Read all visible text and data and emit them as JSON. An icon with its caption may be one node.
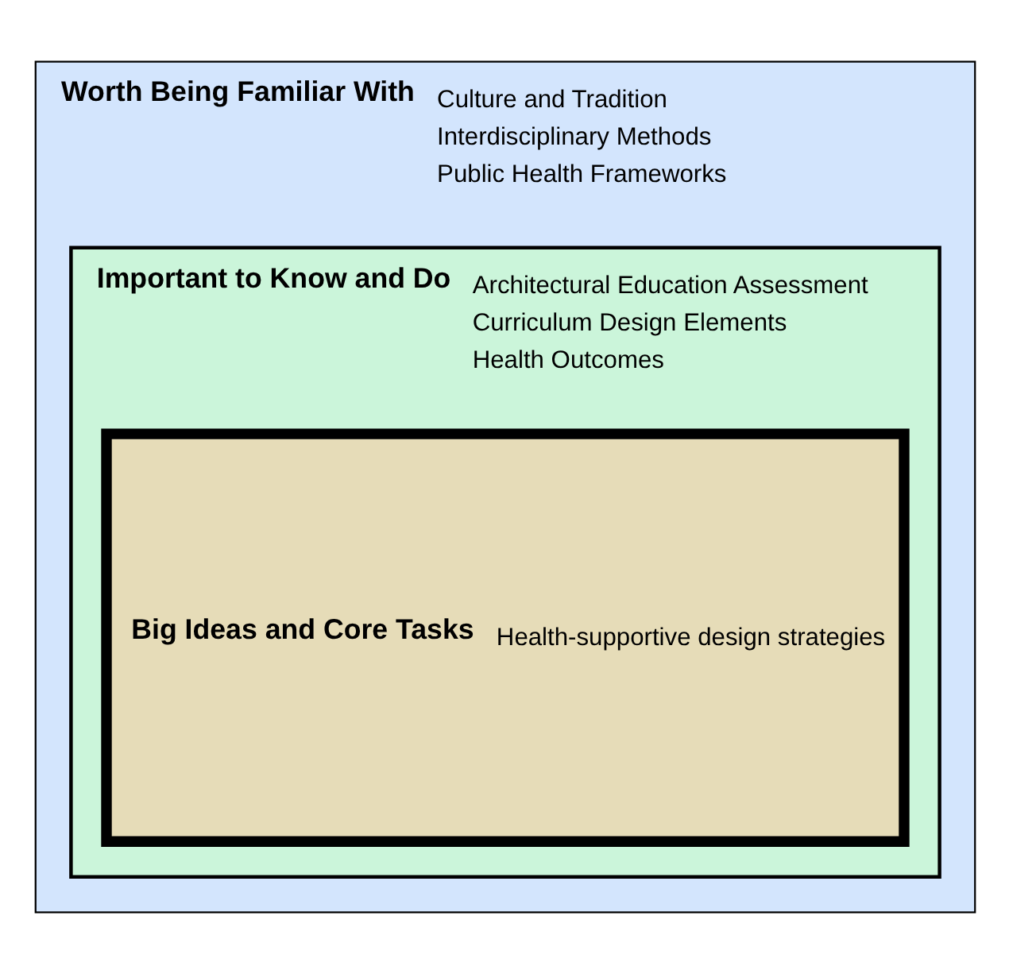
{
  "diagram": {
    "nodes": [
      {
        "text": [
          "Worth Being Familiar With",
          "Culture and Tradition",
          "Interdisciplinary Methods",
          "Public Health Frameworks"
        ]
      },
      {
        "text": [
          "Important to Know and Do",
          "Architectural Education Assessment",
          "Curriculum Design Elements",
          "Health Outcomes"
        ],
        "in": 0
      },
      {
        "text": [
          "Big Ideas and Core Tasks",
          "Health-supportive design strategies"
        ],
        "in": 1
      }
    ],
    "edges": []
  }
}
